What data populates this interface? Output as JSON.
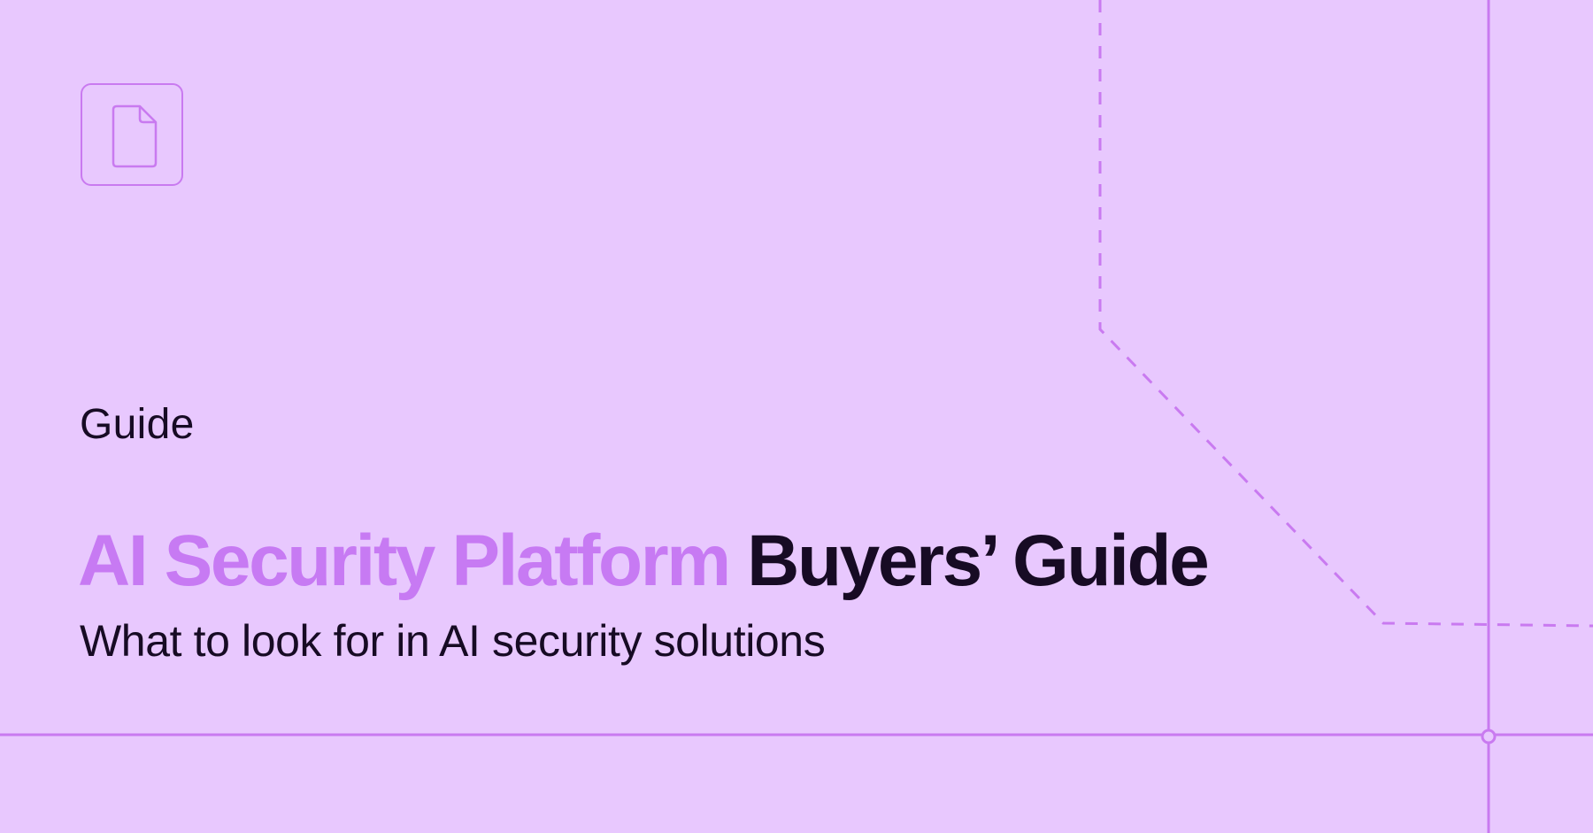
{
  "colors": {
    "background": "#E8C8FE",
    "accent": "#C77AF3",
    "text": "#170B24",
    "line": "#C97AF0"
  },
  "icon": "document-icon",
  "eyebrow": "Guide",
  "headline": {
    "accent": "AI Security Platform",
    "dark": "Buyers’ Guide"
  },
  "subtitle": "What to look for in AI security solutions"
}
